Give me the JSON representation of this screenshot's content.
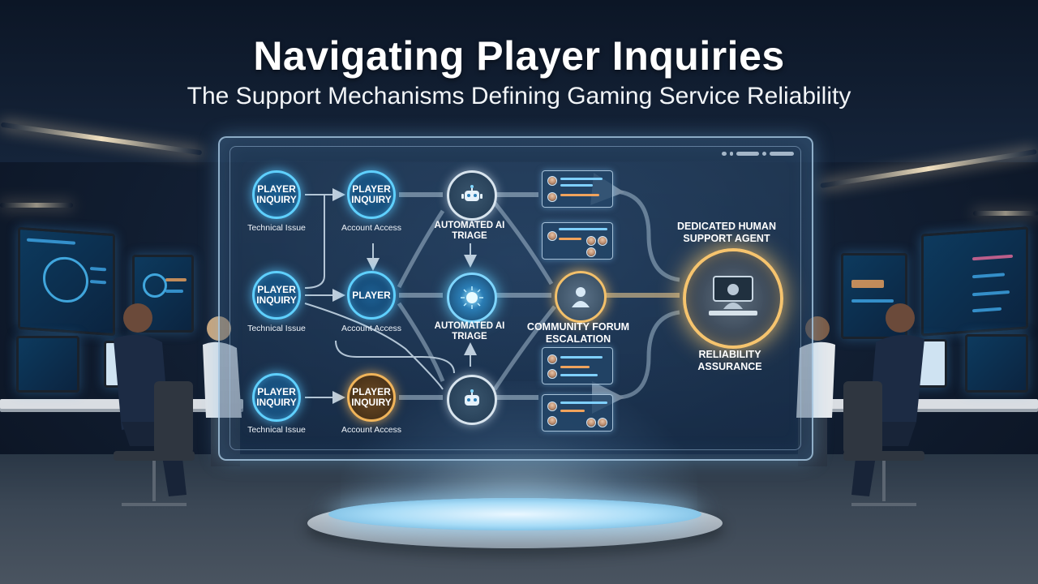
{
  "header": {
    "title": "Navigating Player Inquiries",
    "subtitle": "The Support Mechanisms Defining Gaming Service Reliability"
  },
  "diagram": {
    "rows": [
      {
        "inquiry_label": "PLAYER INQUIRY",
        "inquiry_caption": "Technical Issue",
        "access_label": "PLAYER INQUIRY",
        "access_caption": "Account Access"
      },
      {
        "inquiry_label": "PLAYER INQUIRY",
        "inquiry_caption": "Technical Issue",
        "access_label": "PLAYER",
        "access_caption": "Account Access"
      },
      {
        "inquiry_label": "PLAYER INQUIRY",
        "inquiry_caption": "Technical Issue",
        "access_label": "PLAYER INQUIRY",
        "access_caption": "Account Access"
      }
    ],
    "ai_triage_top": "AUTOMATED AI TRIAGE",
    "ai_triage_middle": "AUTOMATED AI TRIAGE",
    "forum_label": "COMMUNITY FORUM ESCALATION",
    "agent_label": "DEDICATED HUMAN SUPPORT AGENT",
    "assurance_label": "RELIABILITY ASSURANCE"
  },
  "colors": {
    "node_blue": "#5fd0ff",
    "node_gold": "#f0b45a",
    "agent_glow": "#f6c46e",
    "panel_border": "#b4d7f0"
  },
  "icons": [
    "robot-icon",
    "ai-core-icon",
    "person-icon",
    "agent-workstation-icon"
  ]
}
